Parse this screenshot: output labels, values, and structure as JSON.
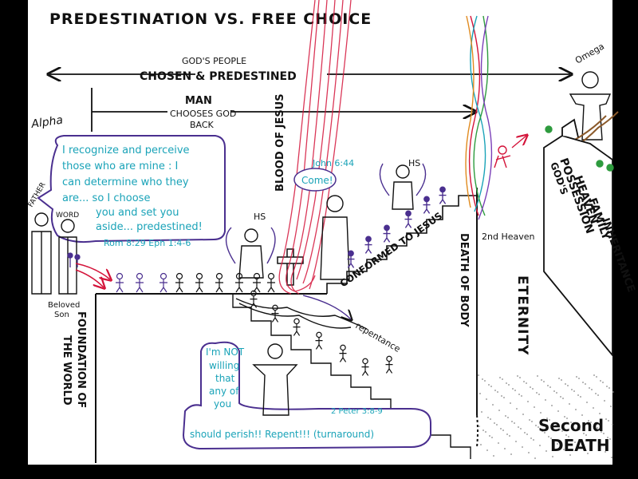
{
  "title": "PREDESTINATION VS. FREE CHOICE",
  "labels": {
    "alpha": "Alpha",
    "omega": "Omega",
    "gods_people_1": "GOD'S PEOPLE",
    "gods_people_2": "CHOSEN & PREDESTINED",
    "man_1": "MAN",
    "man_2": "CHOOSES GOD",
    "man_3": "BACK",
    "blood_of_jesus": "BLOOD OF JESUS",
    "father": "FATHER",
    "word": "WORD",
    "beloved_1": "Beloved",
    "beloved_2": "Son",
    "foundation_1": "FOUNDATION OF",
    "foundation_2": "THE WORLD",
    "hs_left": "HS",
    "hs_right": "HS",
    "john_ref": "John 6:44",
    "come": "Come!",
    "conformed": "CONFORMED TO JESUS",
    "death_of_body": "DEATH OF BODY",
    "second_heaven": "2nd Heaven",
    "eternity": "ETERNITY",
    "repentance": "repentance",
    "second_death_1": "Second",
    "second_death_2": "DEATH",
    "peter_ref": "2 Peter 3:8-9",
    "romans_ref": "Rom 8:29  Eph 1:4-6"
  },
  "speech_top": [
    "I recognize and perceive",
    "those who are mine : I",
    "can determine who they",
    "are... so I choose",
    "you and set you",
    "aside... predestined!"
  ],
  "speech_bottom_left": [
    "I'm NOT",
    "willing",
    "that",
    "any of",
    "you"
  ],
  "speech_bottom_bottom": "should perish!! Repent!!! (turnaround)",
  "building": [
    "GOD'S",
    "POSSESSION",
    "HEAVEN",
    "FAMILY",
    "INHERITANCE"
  ],
  "colors": {
    "ink": "#111111",
    "purple": "#4a2f8f",
    "teal": "#1aa3b8",
    "blood": "#d4143a",
    "brown": "#8b5a2b",
    "green": "#2e9b3e"
  }
}
